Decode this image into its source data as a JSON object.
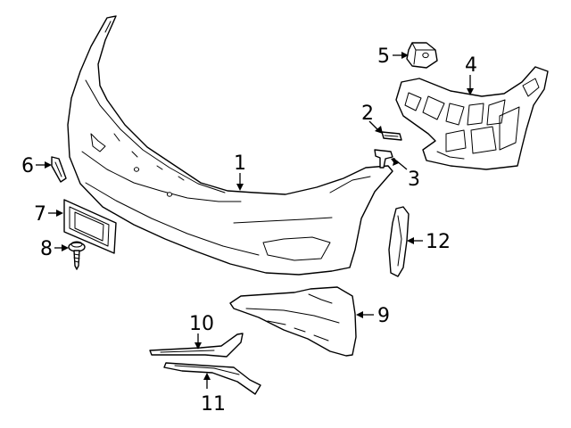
{
  "diagram": {
    "parts": [
      {
        "number": "1",
        "name": "bumper-cover"
      },
      {
        "number": "2",
        "name": "clip-strip"
      },
      {
        "number": "3",
        "name": "retainer-clip"
      },
      {
        "number": "4",
        "name": "mounting-bracket"
      },
      {
        "number": "5",
        "name": "clip-nut"
      },
      {
        "number": "6",
        "name": "side-insert"
      },
      {
        "number": "7",
        "name": "license-plate-bracket"
      },
      {
        "number": "8",
        "name": "screw"
      },
      {
        "number": "9",
        "name": "lower-grille-trim"
      },
      {
        "number": "10",
        "name": "upper-molding-strip"
      },
      {
        "number": "11",
        "name": "lower-molding-strip"
      },
      {
        "number": "12",
        "name": "side-reflector"
      }
    ]
  }
}
